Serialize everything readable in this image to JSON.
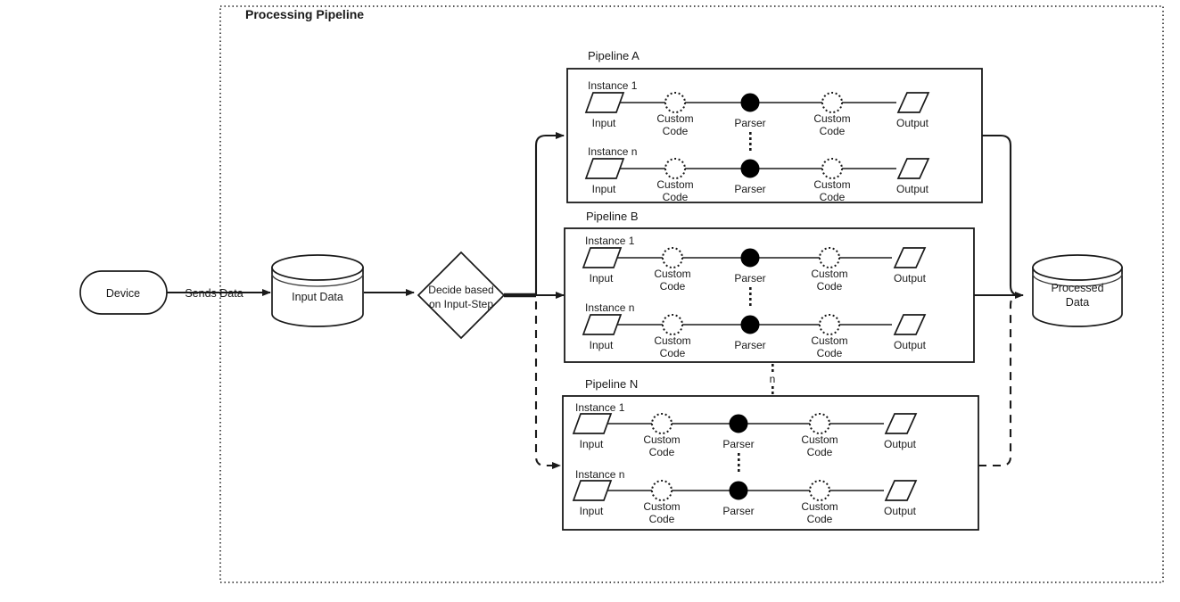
{
  "container": {
    "title": "Processing Pipeline"
  },
  "source": {
    "device_label": "Device",
    "sends_data_label": "Sends Data",
    "input_store_label_line1": "Input Data",
    "decision_label_line1": "Decide based",
    "decision_label_line2": "on Input-Step"
  },
  "sink": {
    "processed_label_line1": "Processed",
    "processed_label_line2": "Data"
  },
  "pipeline_separator": {
    "label": "n"
  },
  "step_labels": {
    "input": "Input",
    "custom_code_line1": "Custom",
    "custom_code_line2": "Code",
    "parser": "Parser",
    "output": "Output"
  },
  "instance_labels": {
    "first": "Instance 1",
    "last": "Instance n"
  },
  "pipelines": [
    {
      "name": "Pipeline A",
      "instances": [
        {
          "title": "Instance 1",
          "steps": [
            {
              "type": "input",
              "label": "Input"
            },
            {
              "type": "custom-code",
              "label_line1": "Custom",
              "label_line2": "Code"
            },
            {
              "type": "parser",
              "label": "Parser"
            },
            {
              "type": "custom-code",
              "label_line1": "Custom",
              "label_line2": "Code"
            },
            {
              "type": "output",
              "label": "Output"
            }
          ]
        },
        {
          "title": "Instance n",
          "steps": [
            {
              "type": "input",
              "label": "Input"
            },
            {
              "type": "custom-code",
              "label_line1": "Custom",
              "label_line2": "Code"
            },
            {
              "type": "parser",
              "label": "Parser"
            },
            {
              "type": "custom-code",
              "label_line1": "Custom",
              "label_line2": "Code"
            },
            {
              "type": "output",
              "label": "Output"
            }
          ]
        }
      ]
    },
    {
      "name": "Pipeline B",
      "instances": [
        {
          "title": "Instance 1",
          "steps": [
            {
              "type": "input",
              "label": "Input"
            },
            {
              "type": "custom-code",
              "label_line1": "Custom",
              "label_line2": "Code"
            },
            {
              "type": "parser",
              "label": "Parser"
            },
            {
              "type": "custom-code",
              "label_line1": "Custom",
              "label_line2": "Code"
            },
            {
              "type": "output",
              "label": "Output"
            }
          ]
        },
        {
          "title": "Instance n",
          "steps": [
            {
              "type": "input",
              "label": "Input"
            },
            {
              "type": "custom-code",
              "label_line1": "Custom",
              "label_line2": "Code"
            },
            {
              "type": "parser",
              "label": "Parser"
            },
            {
              "type": "custom-code",
              "label_line1": "Custom",
              "label_line2": "Code"
            },
            {
              "type": "output",
              "label": "Output"
            }
          ]
        }
      ]
    },
    {
      "name": "Pipeline N",
      "instances": [
        {
          "title": "Instance 1",
          "steps": [
            {
              "type": "input",
              "label": "Input"
            },
            {
              "type": "custom-code",
              "label_line1": "Custom",
              "label_line2": "Code"
            },
            {
              "type": "parser",
              "label": "Parser"
            },
            {
              "type": "custom-code",
              "label_line1": "Custom",
              "label_line2": "Code"
            },
            {
              "type": "output",
              "label": "Output"
            }
          ]
        },
        {
          "title": "Instance n",
          "steps": [
            {
              "type": "input",
              "label": "Input"
            },
            {
              "type": "custom-code",
              "label_line1": "Custom",
              "label_line2": "Code"
            },
            {
              "type": "parser",
              "label": "Parser"
            },
            {
              "type": "custom-code",
              "label_line1": "Custom",
              "label_line2": "Code"
            },
            {
              "type": "output",
              "label": "Output"
            }
          ]
        }
      ]
    }
  ],
  "colors": {
    "stroke": "#1a1a1a",
    "fill": "#ffffff",
    "parser_fill": "#000000"
  }
}
